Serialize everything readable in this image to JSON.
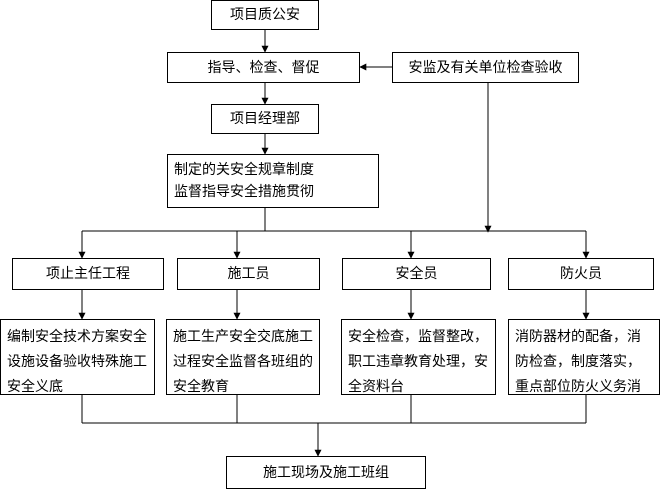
{
  "diagram": {
    "top": "项目质公安",
    "supervise": "指导、检查、督促",
    "external": "安监及有关单位检查验收",
    "manager": "项目经理部",
    "rules": [
      "制定的关安全规章制度",
      "监督指导安全措施贯彻"
    ],
    "roles": [
      {
        "title": "项止主任工程",
        "duty": "编制安全技术方案安全设施设备验收特殊施工安全义底"
      },
      {
        "title": "施工员",
        "duty": "施工生产安全交底施工过程安全监督各班组的安全教育"
      },
      {
        "title": "安全员",
        "duty": "安全检查，监督整改，职工违章教育处理，安全资料台"
      },
      {
        "title": "防火员",
        "duty": "消防器材的配备，消防检查，制度落实，重点部位防火义务消"
      }
    ],
    "bottom": "施工现场及施工班组"
  }
}
